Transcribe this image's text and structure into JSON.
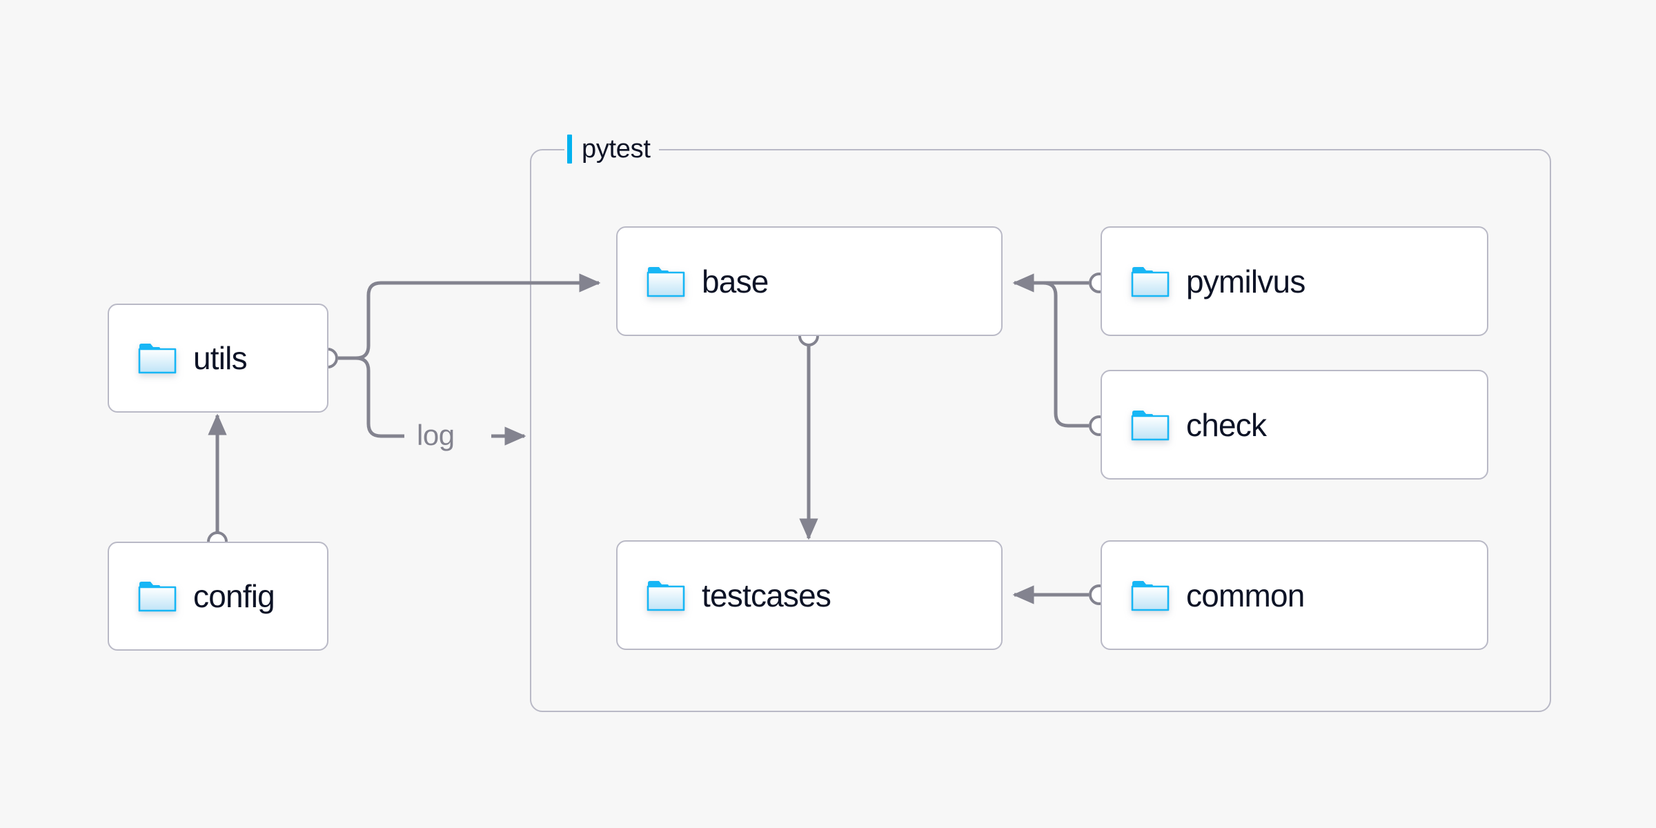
{
  "diagram": {
    "title_bar_color": "#00b2ef",
    "node_border_color": "#b9b9c6",
    "edge_color": "#83838f",
    "text_color": "#0d1326",
    "background_color": "#f7f7f7",
    "folder_icon_color": "#17b6f5"
  },
  "group": {
    "label": "pytest",
    "icon": "accent-bar"
  },
  "nodes": [
    {
      "id": "utils",
      "label": "utils",
      "icon": "folder-icon"
    },
    {
      "id": "config",
      "label": "config",
      "icon": "folder-icon"
    },
    {
      "id": "base",
      "label": "base",
      "icon": "folder-icon"
    },
    {
      "id": "testcases",
      "label": "testcases",
      "icon": "folder-icon"
    },
    {
      "id": "pymilvus",
      "label": "pymilvus",
      "icon": "folder-icon"
    },
    {
      "id": "check",
      "label": "check",
      "icon": "folder-icon"
    },
    {
      "id": "common",
      "label": "common",
      "icon": "folder-icon"
    }
  ],
  "edges": [
    {
      "id": "config-utils",
      "from": "config",
      "to": "utils",
      "label": ""
    },
    {
      "id": "utils-base",
      "from": "utils",
      "to": "base",
      "label": ""
    },
    {
      "id": "utils-log",
      "from": "utils",
      "to": "pytest",
      "label": "log"
    },
    {
      "id": "base-testcases",
      "from": "base",
      "to": "testcases",
      "label": ""
    },
    {
      "id": "pymilvus-base",
      "from": "pymilvus",
      "to": "base",
      "label": ""
    },
    {
      "id": "check-base",
      "from": "check",
      "to": "base",
      "label": ""
    },
    {
      "id": "common-testcases",
      "from": "common",
      "to": "testcases",
      "label": ""
    }
  ]
}
